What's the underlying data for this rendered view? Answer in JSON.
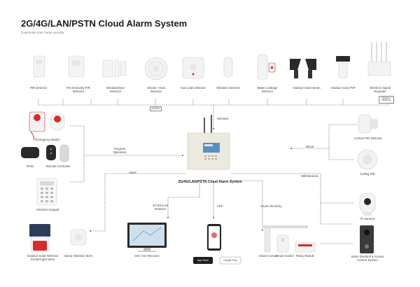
{
  "header": {
    "title": "2G/4G/LAN/PSTN Cloud Alarm System",
    "subtitle": "Customize your home security"
  },
  "top_devices": [
    {
      "id": "pir",
      "label": "PIR Detector"
    },
    {
      "id": "pet-pir",
      "label": "Pet Immunity PIR Detector"
    },
    {
      "id": "door",
      "label": "Window/Door Detector"
    },
    {
      "id": "smoke",
      "label": "Smoke / Heat Detector"
    },
    {
      "id": "gas",
      "label": "Gas Leak Detector"
    },
    {
      "id": "vibration",
      "label": "Vibration Detector"
    },
    {
      "id": "water",
      "label": "Water Leakage Detector"
    },
    {
      "id": "beam",
      "label": "Outdoor Solar Beam"
    },
    {
      "id": "solar-pir",
      "label": "Outdoor Solar PIR"
    },
    {
      "id": "repeater",
      "label": "Wireless Signal Repeater"
    }
  ],
  "badges": {
    "freq_left": "433MHz",
    "freq_right": "433MHz / 868MHz"
  },
  "left_devices": {
    "emergency": "Emergency Button",
    "rfid": "RFID",
    "remote": "Remote Controller",
    "keypad": "Wireless Keypad",
    "siren_outdoor": "Outdoor Solar Wireless Strobe/Light Siren",
    "siren_indoor": "Indoor Wireless Siren"
  },
  "right_devices": {
    "curtain_pir": "Curtain PIR Detector",
    "ceiling_pir": "Ceiling PIR",
    "ip_camera": "IP Camera",
    "video_doorbell": "Video Doorbell & Access Control System"
  },
  "bottom_devices": {
    "cid": "CID / SIA Receiver",
    "app_store": "App Store",
    "google_play": "Google Play",
    "curtain": "Smart Curtain",
    "socket": "Smart Socket",
    "relay": "Relay Module"
  },
  "central": {
    "label": "2G/4G/LAN/PSTN Cloud Alarm System"
  },
  "links": {
    "wireless": "Wireless",
    "program": "Program Operation",
    "alarm": "Alarm",
    "network": "2G/4G/LAN Network",
    "app": "APP",
    "smart": "Smart electricity",
    "wired": "Wired",
    "wifi": "Wifi/Wireless"
  },
  "colors": {
    "panel": "#ece9df",
    "panel_display": "#5b8fbf",
    "accent_red": "#d92b2b",
    "device_white": "#f2f2f2",
    "device_dark": "#2a2a2a"
  }
}
